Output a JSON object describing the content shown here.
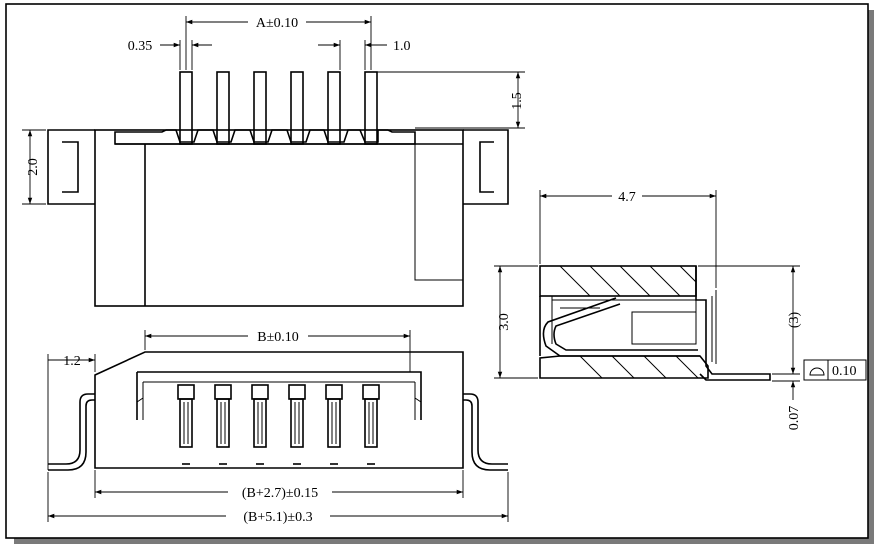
{
  "drawing": {
    "top_view": {
      "pitch_A": "A±0.10",
      "pin_width": "0.35",
      "pin_pitch": "1.0",
      "pin_length": "1.5",
      "tab_height": "2.0"
    },
    "bottom_view": {
      "pitch_B": "B±0.10",
      "tab_offset": "1.2",
      "body_length": "(B+2.7)±0.15",
      "overall_length": "(B+5.1)±0.3"
    },
    "side_view": {
      "depth": "4.7",
      "height": "3.0",
      "ref_height": "(3)",
      "standoff": "0.07",
      "flatness_value": "0.10"
    }
  }
}
